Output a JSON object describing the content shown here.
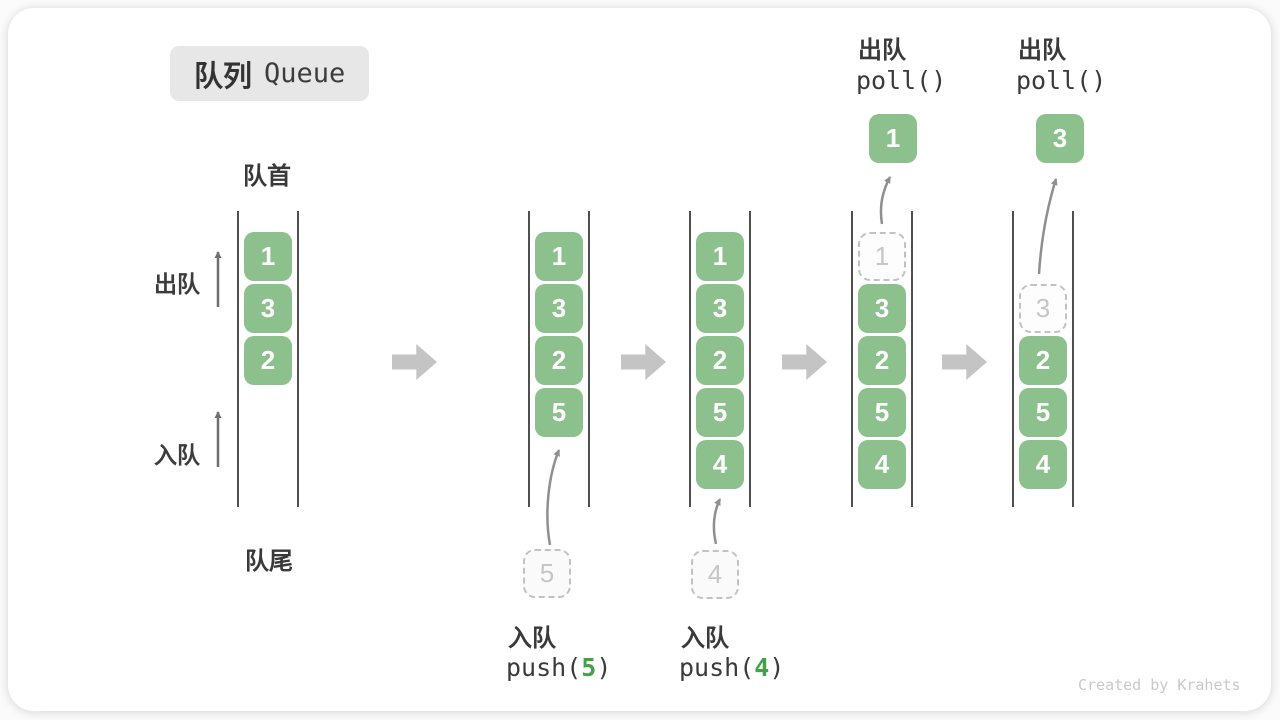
{
  "title": {
    "zh": "队列",
    "en": "Queue"
  },
  "labels": {
    "front": "队首",
    "rear": "队尾",
    "dequeue": "出队",
    "enqueue": "入队"
  },
  "stages": [
    {
      "cells": [
        {
          "v": "1"
        },
        {
          "v": "3"
        },
        {
          "v": "2"
        }
      ]
    },
    {
      "cells": [
        {
          "v": "1"
        },
        {
          "v": "3"
        },
        {
          "v": "2"
        },
        {
          "v": "5"
        }
      ]
    },
    {
      "cells": [
        {
          "v": "1"
        },
        {
          "v": "3"
        },
        {
          "v": "2"
        },
        {
          "v": "5"
        },
        {
          "v": "4"
        }
      ]
    },
    {
      "cells": [
        {
          "v": "1",
          "removed": true
        },
        {
          "v": "3"
        },
        {
          "v": "2"
        },
        {
          "v": "5"
        },
        {
          "v": "4"
        }
      ]
    },
    {
      "cells": [
        {
          "v": "3",
          "removed": true
        },
        {
          "v": "2"
        },
        {
          "v": "5"
        },
        {
          "v": "4"
        }
      ]
    }
  ],
  "ops": {
    "push_5": {
      "action": "入队",
      "fn_open": "push(",
      "arg": "5",
      "fn_close": ")",
      "staged_value": "5"
    },
    "push_4": {
      "action": "入队",
      "fn_open": "push(",
      "arg": "4",
      "fn_close": ")",
      "staged_value": "4"
    },
    "poll_1": {
      "action": "出队",
      "code": "poll()",
      "result": "1"
    },
    "poll_3": {
      "action": "出队",
      "code": "poll()",
      "result": "3"
    }
  },
  "watermark": "Created by Krahets",
  "colors": {
    "item_green": "#8cc08c",
    "arg_green": "#46a049",
    "flow_arrow_gray": "#c4c4c4",
    "wall_gray": "#4f4f4f",
    "badge_gray": "#e7e7e7"
  }
}
